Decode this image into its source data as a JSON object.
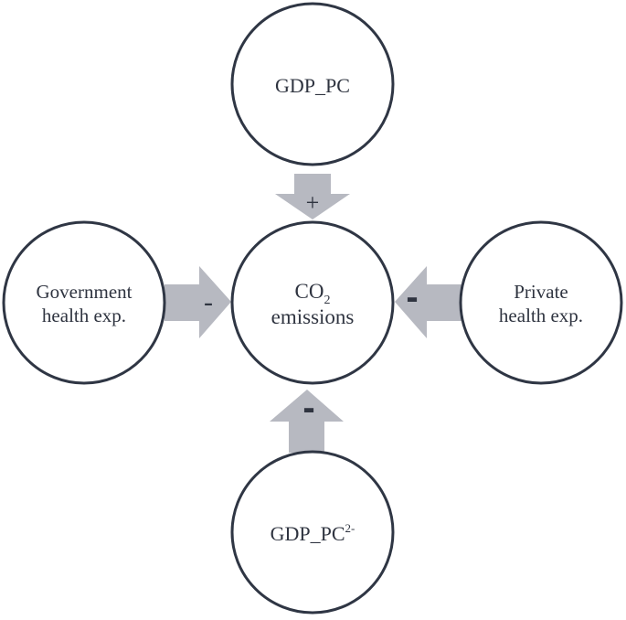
{
  "nodes": {
    "center": {
      "line1_base": "CO",
      "line1_sub": "2",
      "line2": "emissions"
    },
    "top": {
      "label": "GDP_PC"
    },
    "left": {
      "line1": "Government",
      "line2": "health exp."
    },
    "right": {
      "line1": "Private",
      "line2": "health exp."
    },
    "bottom": {
      "base": "GDP_PC",
      "sup": "2-"
    }
  },
  "effects": {
    "top": "+",
    "left": "-",
    "right": "-",
    "bottom": "-"
  },
  "colors": {
    "circle_stroke": "#2f3644",
    "arrow_fill": "#b7b9c1",
    "text": "#2f3440"
  }
}
